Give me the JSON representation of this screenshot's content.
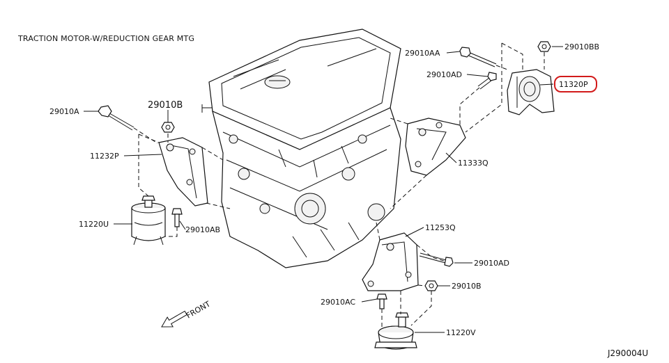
{
  "title": "TRACTION MOTOR-W/REDUCTION GEAR MTG",
  "diagram_code": "J290004U",
  "front_label": "FRONT",
  "highlighted_part": "11320P",
  "labels": {
    "p29010AA": "29010AA",
    "p29010BB": "29010BB",
    "p29010AD_top": "29010AD",
    "p11320P": "11320P",
    "p29010A": "29010A",
    "p29010B_left": "29010B",
    "p11232P": "11232P",
    "p11333Q": "11333Q",
    "p11220U": "11220U",
    "p29010AB": "29010AB",
    "p11253Q": "11253Q",
    "p29010AD_low": "29010AD",
    "p29010B_right": "29010B",
    "p29010AC": "29010AC",
    "p11220V": "11220V"
  },
  "colors": {
    "line": "#111111",
    "highlight": "#d21a1a",
    "background": "#ffffff"
  }
}
